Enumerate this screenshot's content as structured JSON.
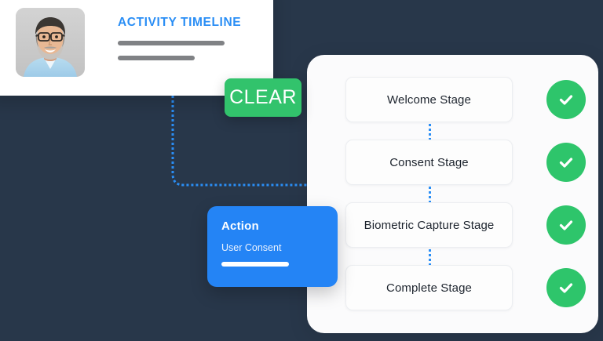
{
  "theme": {
    "background": "#28374a",
    "accent_blue": "#2a8ef5",
    "accent_green": "#2ec56b",
    "card_white": "#ffffff",
    "panel_white": "#fbfbfc",
    "action_blue": "#2484f5",
    "bar_gray": "#808285"
  },
  "profile_card": {
    "title": "ACTIVITY TIMELINE",
    "avatar_alt": "user-photo",
    "placeholder_bars": 2
  },
  "clear_button": {
    "label": "CLEAR"
  },
  "action_card": {
    "title": "Action",
    "subtitle": "User Consent"
  },
  "stages_panel": {
    "stages": [
      {
        "label": "Welcome Stage",
        "status": "complete",
        "status_icon": "check-icon"
      },
      {
        "label": "Consent Stage",
        "status": "complete",
        "status_icon": "check-icon"
      },
      {
        "label": "Biometric Capture Stage",
        "status": "complete",
        "status_icon": "check-icon"
      },
      {
        "label": "Complete Stage",
        "status": "complete",
        "status_icon": "check-icon"
      }
    ]
  }
}
